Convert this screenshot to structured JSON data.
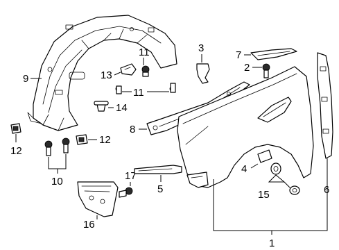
{
  "callouts": {
    "c1": "1",
    "c2": "2",
    "c3": "3",
    "c4": "4",
    "c5": "5",
    "c6": "6",
    "c7": "7",
    "c8": "8",
    "c9": "9",
    "c10": "10",
    "c11a": "11",
    "c11b": "11",
    "c12a": "12",
    "c12b": "12",
    "c13": "13",
    "c14": "14",
    "c15": "15",
    "c16": "16",
    "c17": "17"
  }
}
